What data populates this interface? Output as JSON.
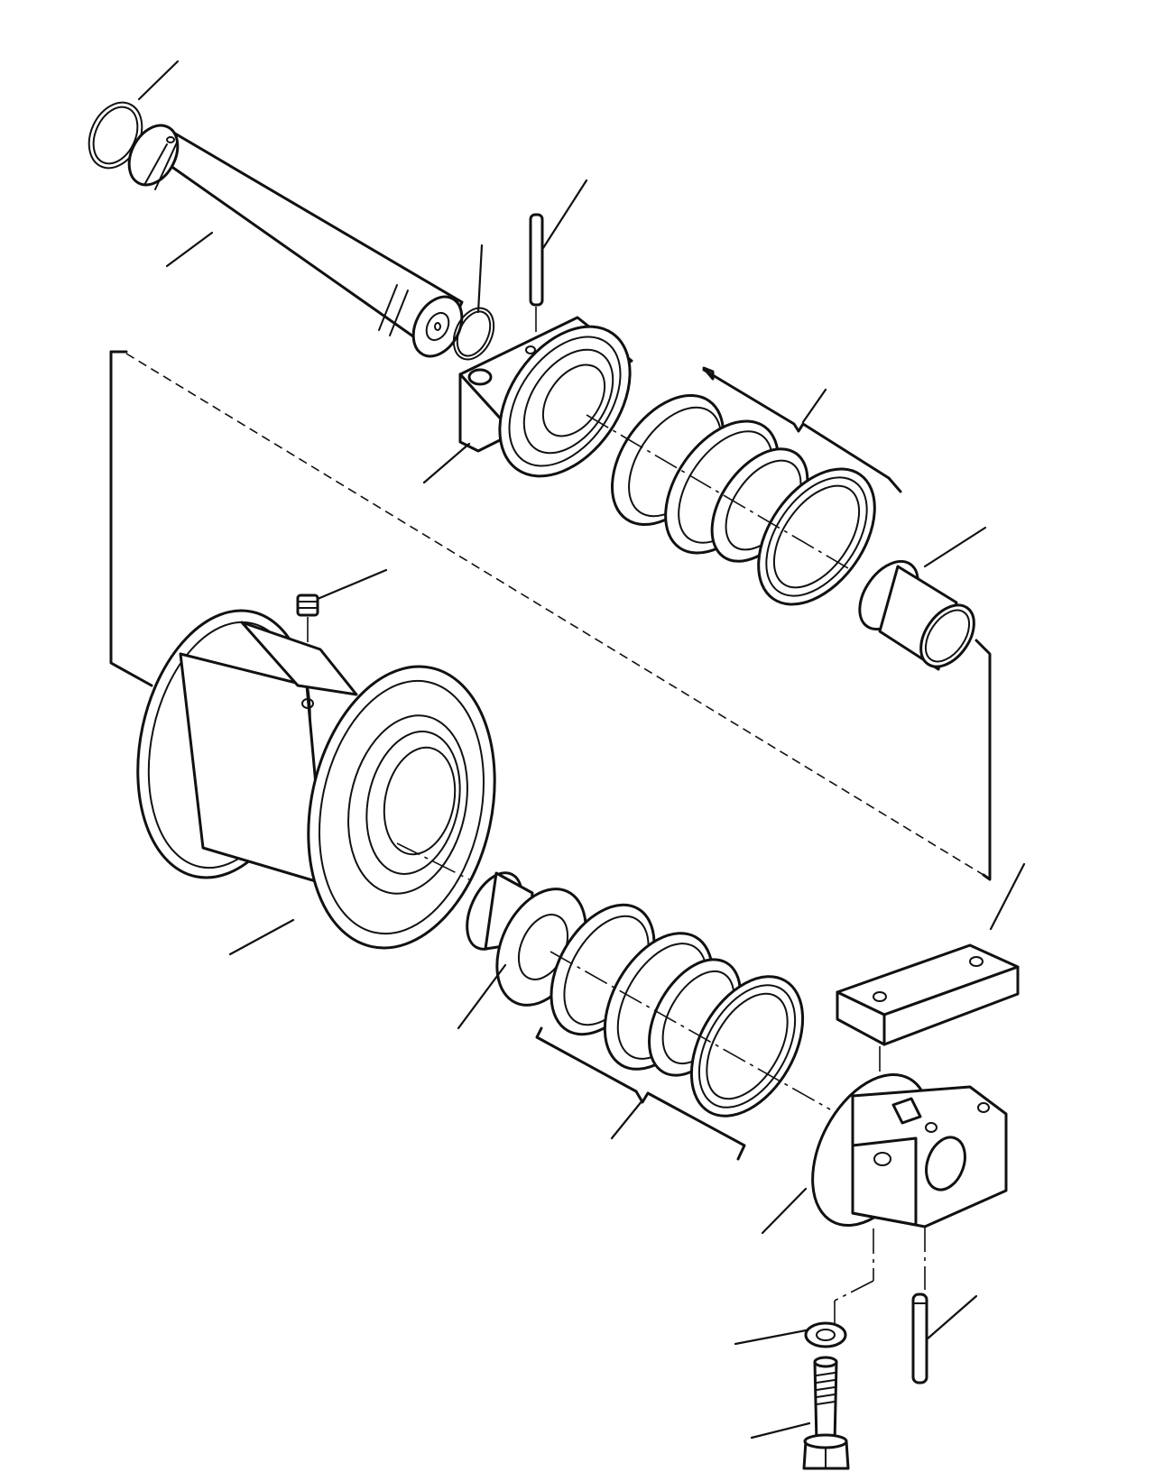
{
  "diagram": {
    "type": "exploded-parts-view",
    "line_color": "#111111",
    "background": "#ffffff",
    "parts": [
      {
        "name": "retaining-ring"
      },
      {
        "name": "shaft"
      },
      {
        "name": "small-o-ring"
      },
      {
        "name": "dowel-pin-upper"
      },
      {
        "name": "collar-upper"
      },
      {
        "name": "seal-group-upper"
      },
      {
        "name": "bushing-upper"
      },
      {
        "name": "plug"
      },
      {
        "name": "roller"
      },
      {
        "name": "bushing-lower"
      },
      {
        "name": "seal-group-lower"
      },
      {
        "name": "plate"
      },
      {
        "name": "collar-lower"
      },
      {
        "name": "washer"
      },
      {
        "name": "bolt"
      },
      {
        "name": "dowel-pin-lower"
      }
    ],
    "callout_count": 16
  }
}
